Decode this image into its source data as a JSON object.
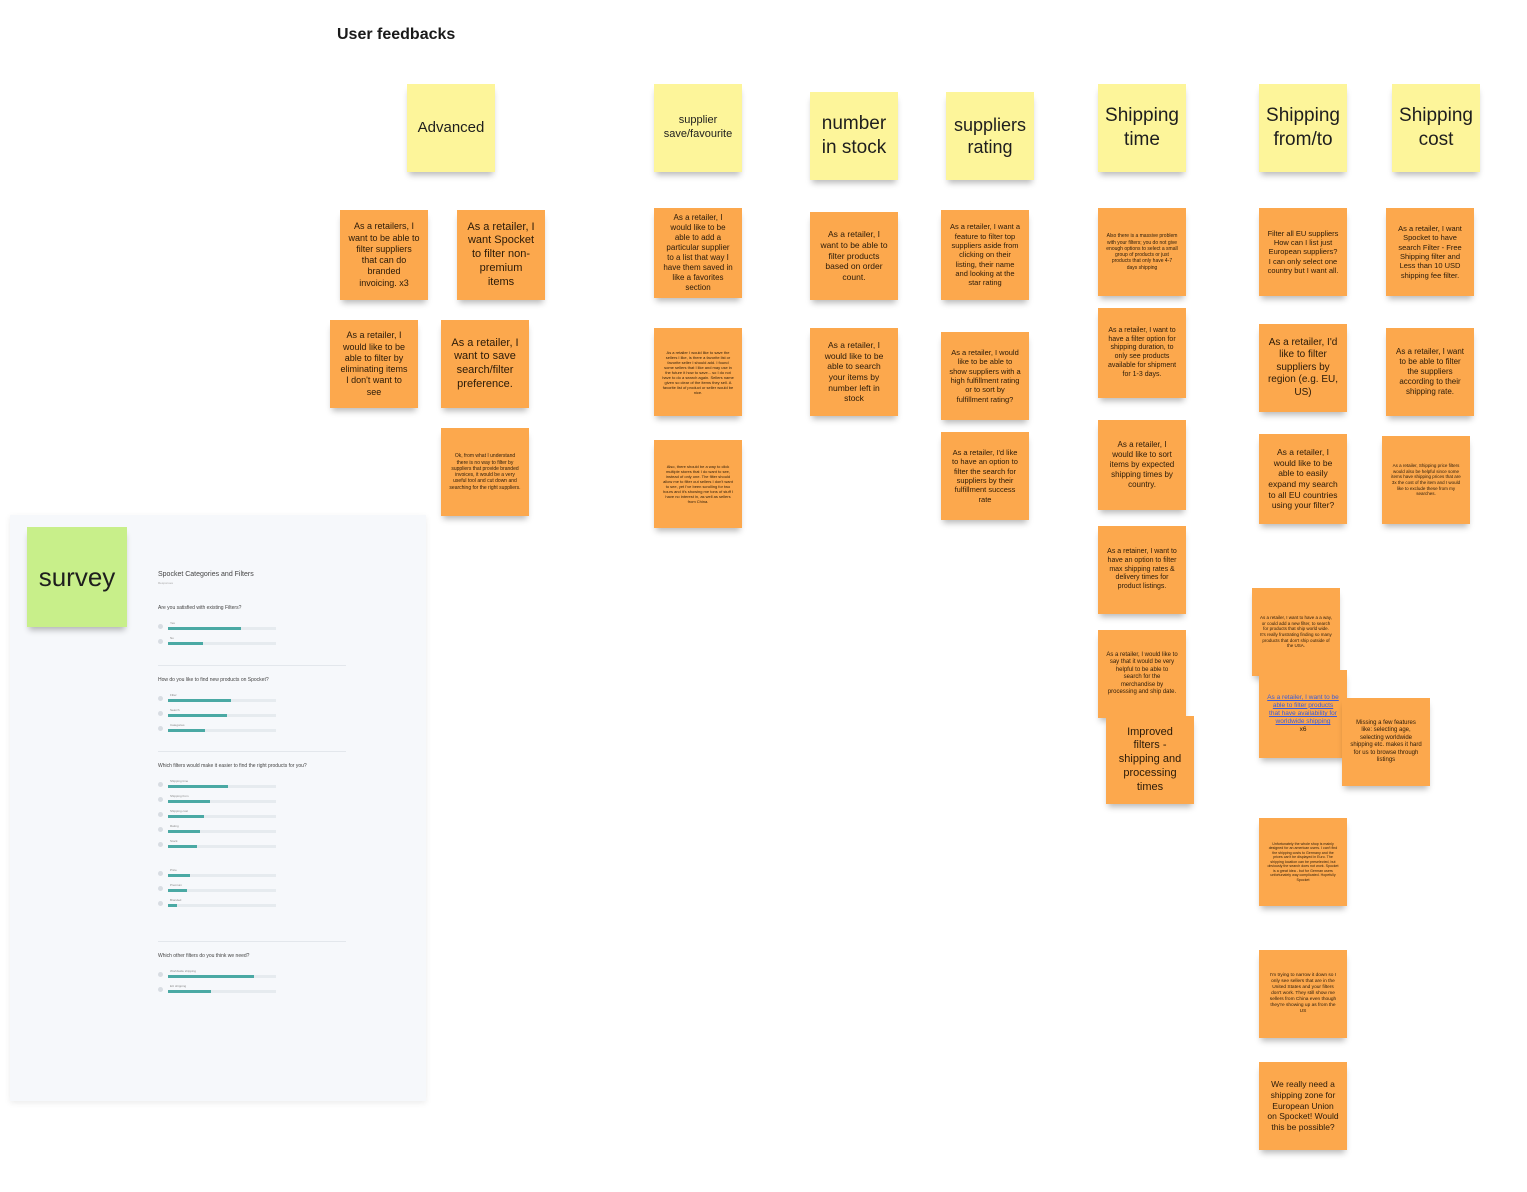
{
  "board": {
    "title": "User feedbacks"
  },
  "headers": [
    "Advanced",
    "supplier save/favourite",
    "number in stock",
    "suppliers rating",
    "Shipping time",
    "Shipping from/to",
    "Shipping cost"
  ],
  "notes": {
    "advanced": [
      "As a retailers, I want to be able to filter suppliers that can do branded invoicing. x3",
      "As a retailer, I want Spocket to filter non-premium items",
      "As a retailer, I would like to be able to filter by eliminating items I don't want to see",
      "As a retailer, I want to save search/filter preference.",
      "Ok, from what I understand there is no way to filter by suppliers that provide branded invoices, it would be a very useful tool and cut down and searching for the right suppliers."
    ],
    "supplier_fav": [
      "As a retailer, I would like to be able to add a particular supplier to a list that way I have them saved in like a favorites section",
      "As a retailer I would like to save the sellers I like, is there a favorite list or favorite seller I should add. I found some sellers that I like and may use in the future it how to save... so I do not have to do a search again. Sellers name given so clear of the items they sell. A favorite list of product or seller would be nice.",
      "Also, there should be a way to click multiple stores that I do want to see, instead of only one. The filter should allow me to filter out sellers I don't want to see, yet I've been scrolling for two hours and it's showing me tons of stuff I have no interest in, as well as sellers from China."
    ],
    "stock": [
      "As a retailer, I want to be able to filter products based on order count.",
      "As a retailer, I would like to be able to search your items by number left in stock"
    ],
    "rating": [
      "As a retailer, I want a feature to filter top suppliers aside from clicking on their listing, their name and looking at the star rating",
      "As a retailer, I would like to be able to show suppliers with a high fulfillment rating or to sort by fulfillment rating?",
      "As a retailer, I'd like to have an option to filter the search for suppliers by their fulfillment success rate"
    ],
    "ship_time": [
      "Also there is a massive problem with your filters; you do not give enough options to select a small group of products or just products that only have 4-7 days shipping",
      "As a retailer, I want to have a filter option for shipping duration, to only see products available for shipment for 1-3 days.",
      "As a retailer, I would like to sort items by expected shipping times by country.",
      "As a retainer, I want to have an option to filter max shipping rates & delivery times for product listings.",
      "As a retailer, I would like to say that it would be very helpful to be able to search for the merchandise by processing and ship date.",
      "Improved filters - shipping and processing times"
    ],
    "ship_from": [
      "Filter all EU suppliers How can I list just European suppliers? I can only select one country but I want all.",
      "As a retailer, I'd like to filter suppliers by region (e.g. EU, US)",
      "As a retailer, I would like to be able to easily expand my search to all EU countries using your filter?",
      "As a retailer, I want to have a a way, or could add a new filter, to search for products that ship world wide. It's really frustrating finding so many products that don't ship outside of the USA.",
      "As a retailer, I want to be able to filter products that have availability for worldwide shipping",
      "x6",
      "Missing a few features like: selecting age, selecting worldwide shipping etc. makes it hard for us to browse through listings",
      "Unfortunately the whole shop is mainly designed for an american users. I can't find the shipping costs to Germany and the prices can't be displayed in Euro. The shipping location can be preselected, but obviously the search does not work. Spocket is a great idea - but for German users unfortunately way complicated. Hopefully Spocket",
      "I'm trying to narrow it down so I only see sellers that are in the United States and your filters don't work. They still show me sellers from China even though they're showing up as from the US",
      "We really need a shipping zone for European Union on Spocket! Would this be possible?"
    ],
    "ship_cost": [
      "As a retailer, I want Spocket to have search Filter - Free Shipping filter and Less than 10 USD shipping fee filter.",
      "As a retailer, I want to be able to filter the suppliers according to their shipping rate.",
      "As a retailer, Shipping price filters would also be helpful since some items have shipping prices that are 3x the cost of the item and I would like to exclude these from my searches."
    ]
  },
  "survey": {
    "label": "survey",
    "doc_title": "Spocket Categories and Filters",
    "doc_sub": "Responses",
    "questions": [
      {
        "text": "Are you satisfied with existing Filters?",
        "bars": [
          {
            "label": "Yes",
            "value": 0.68
          },
          {
            "label": "No",
            "value": 0.32
          }
        ]
      },
      {
        "text": "How do you like to find new products on Spocket?",
        "bars": [
          {
            "label": "Filter",
            "value": 0.58
          },
          {
            "label": "Search",
            "value": 0.55
          },
          {
            "label": "Categories",
            "value": 0.34
          }
        ]
      },
      {
        "text": "Which filters would make it easier to find the right products for you?",
        "bars": [
          {
            "label": "Shipping time",
            "value": 0.56
          },
          {
            "label": "Shipping from",
            "value": 0.39
          },
          {
            "label": "Shipping cost",
            "value": 0.33
          },
          {
            "label": "Rating",
            "value": 0.3
          },
          {
            "label": "Stock",
            "value": 0.27
          },
          {
            "label": "Price",
            "value": 0.2
          },
          {
            "label": "Premium",
            "value": 0.18
          },
          {
            "label": "Branded",
            "value": 0.08
          }
        ]
      },
      {
        "text": "Which other filters do you think we need?",
        "bars": [
          {
            "label": "Worldwide shipping",
            "value": 0.8
          },
          {
            "label": "EU shipping",
            "value": 0.4
          }
        ]
      }
    ]
  }
}
